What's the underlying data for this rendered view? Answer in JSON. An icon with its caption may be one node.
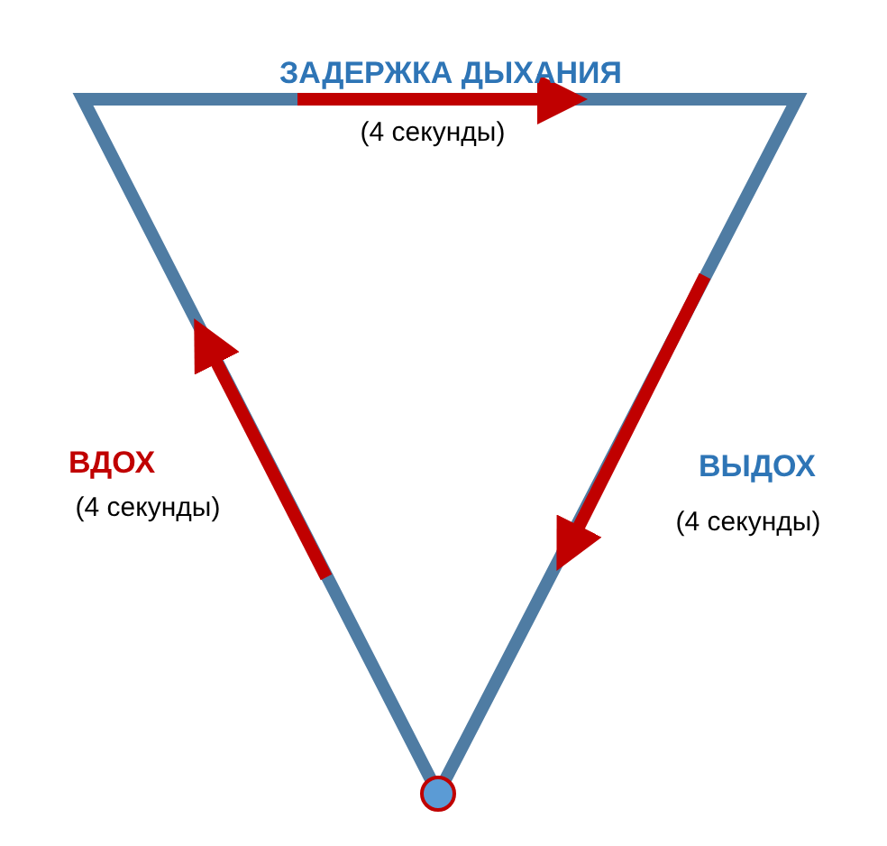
{
  "diagram": {
    "labels": [
      "ЗАДЕРЖКА ДЫХАНИЯ",
      "(4 секунды)",
      "ВДОХ",
      "(4 секунды)",
      "ВЫДОХ",
      "(4 секунды)"
    ]
  }
}
